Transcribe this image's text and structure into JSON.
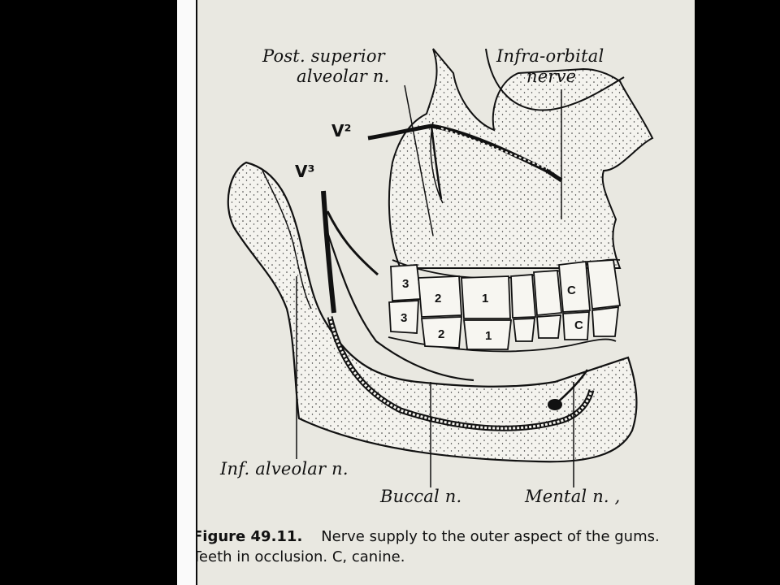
{
  "labels": {
    "post_superior_l1": "Post. superior",
    "post_superior_l2": "alveolar n.",
    "infra_orbital_l1": "Infra-orbital",
    "infra_orbital_l2": "nerve",
    "v2": "V²",
    "v3": "V³",
    "inf_alveolar": "Inf. alveolar n.",
    "buccal": "Buccal n.",
    "mental": "Mental n. ,"
  },
  "teeth_upper": [
    "3",
    "2",
    "1",
    "C"
  ],
  "teeth_lower": [
    "3",
    "2",
    "1",
    "C"
  ],
  "caption": {
    "figure_number": "Figure 49.11.",
    "line1": "Nerve supply to the outer aspect of the gums.",
    "line2": "Teeth in occlusion. C, canine."
  }
}
